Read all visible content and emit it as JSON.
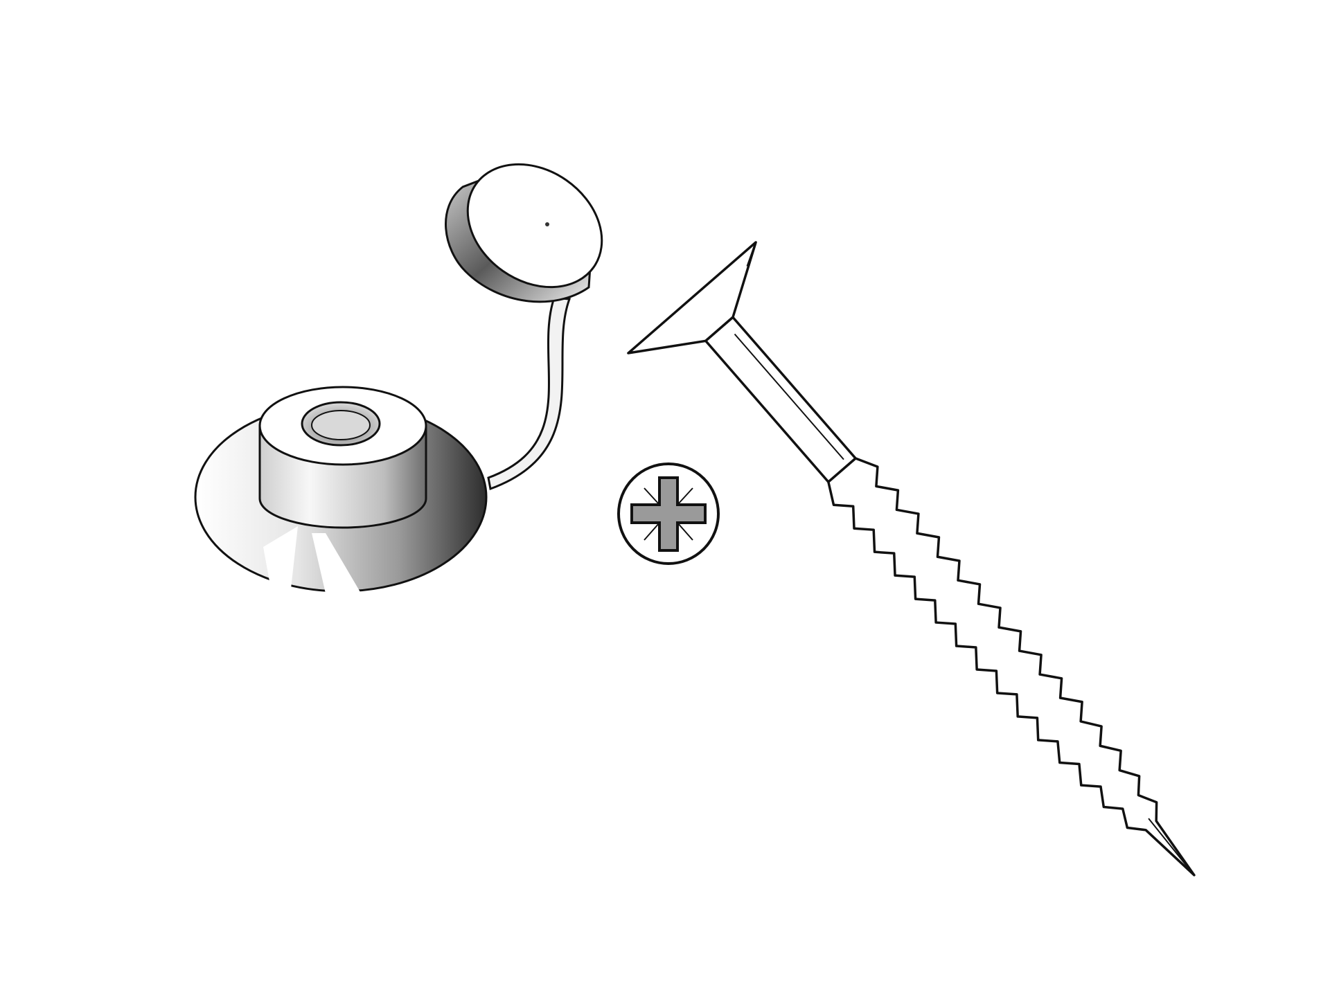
{
  "illustration": {
    "parts": [
      "washer-with-cap",
      "pozidriv-head-symbol",
      "countersunk-screw"
    ],
    "colors": {
      "background": "#ffffff",
      "outline": "#111111",
      "metal_light": "#f2f2f2",
      "metal_dark": "#3a3a3a"
    }
  }
}
